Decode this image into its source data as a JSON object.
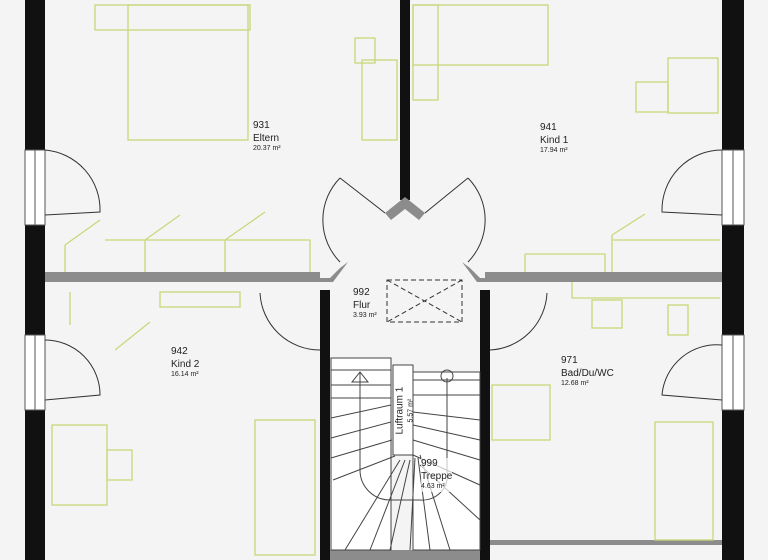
{
  "colors": {
    "wall": "#111111",
    "partition": "#8c8c8c",
    "furniture": "#c9d77a",
    "background": "#f4f4f4"
  },
  "rooms": [
    {
      "number": "931",
      "name": "Eltern",
      "area": "20.37 m²"
    },
    {
      "number": "941",
      "name": "Kind 1",
      "area": "17.94 m²"
    },
    {
      "number": "992",
      "name": "Flur",
      "area": "3.93 m²"
    },
    {
      "number": "942",
      "name": "Kind 2",
      "area": "16.14 m²"
    },
    {
      "number": "971",
      "name": "Bad/Du/WC",
      "area": "12.68 m²"
    },
    {
      "number": "999",
      "name": "Treppe",
      "area": "4.63 m²"
    }
  ],
  "void": {
    "name": "Luftraum 1",
    "area": "5.57 m²"
  }
}
